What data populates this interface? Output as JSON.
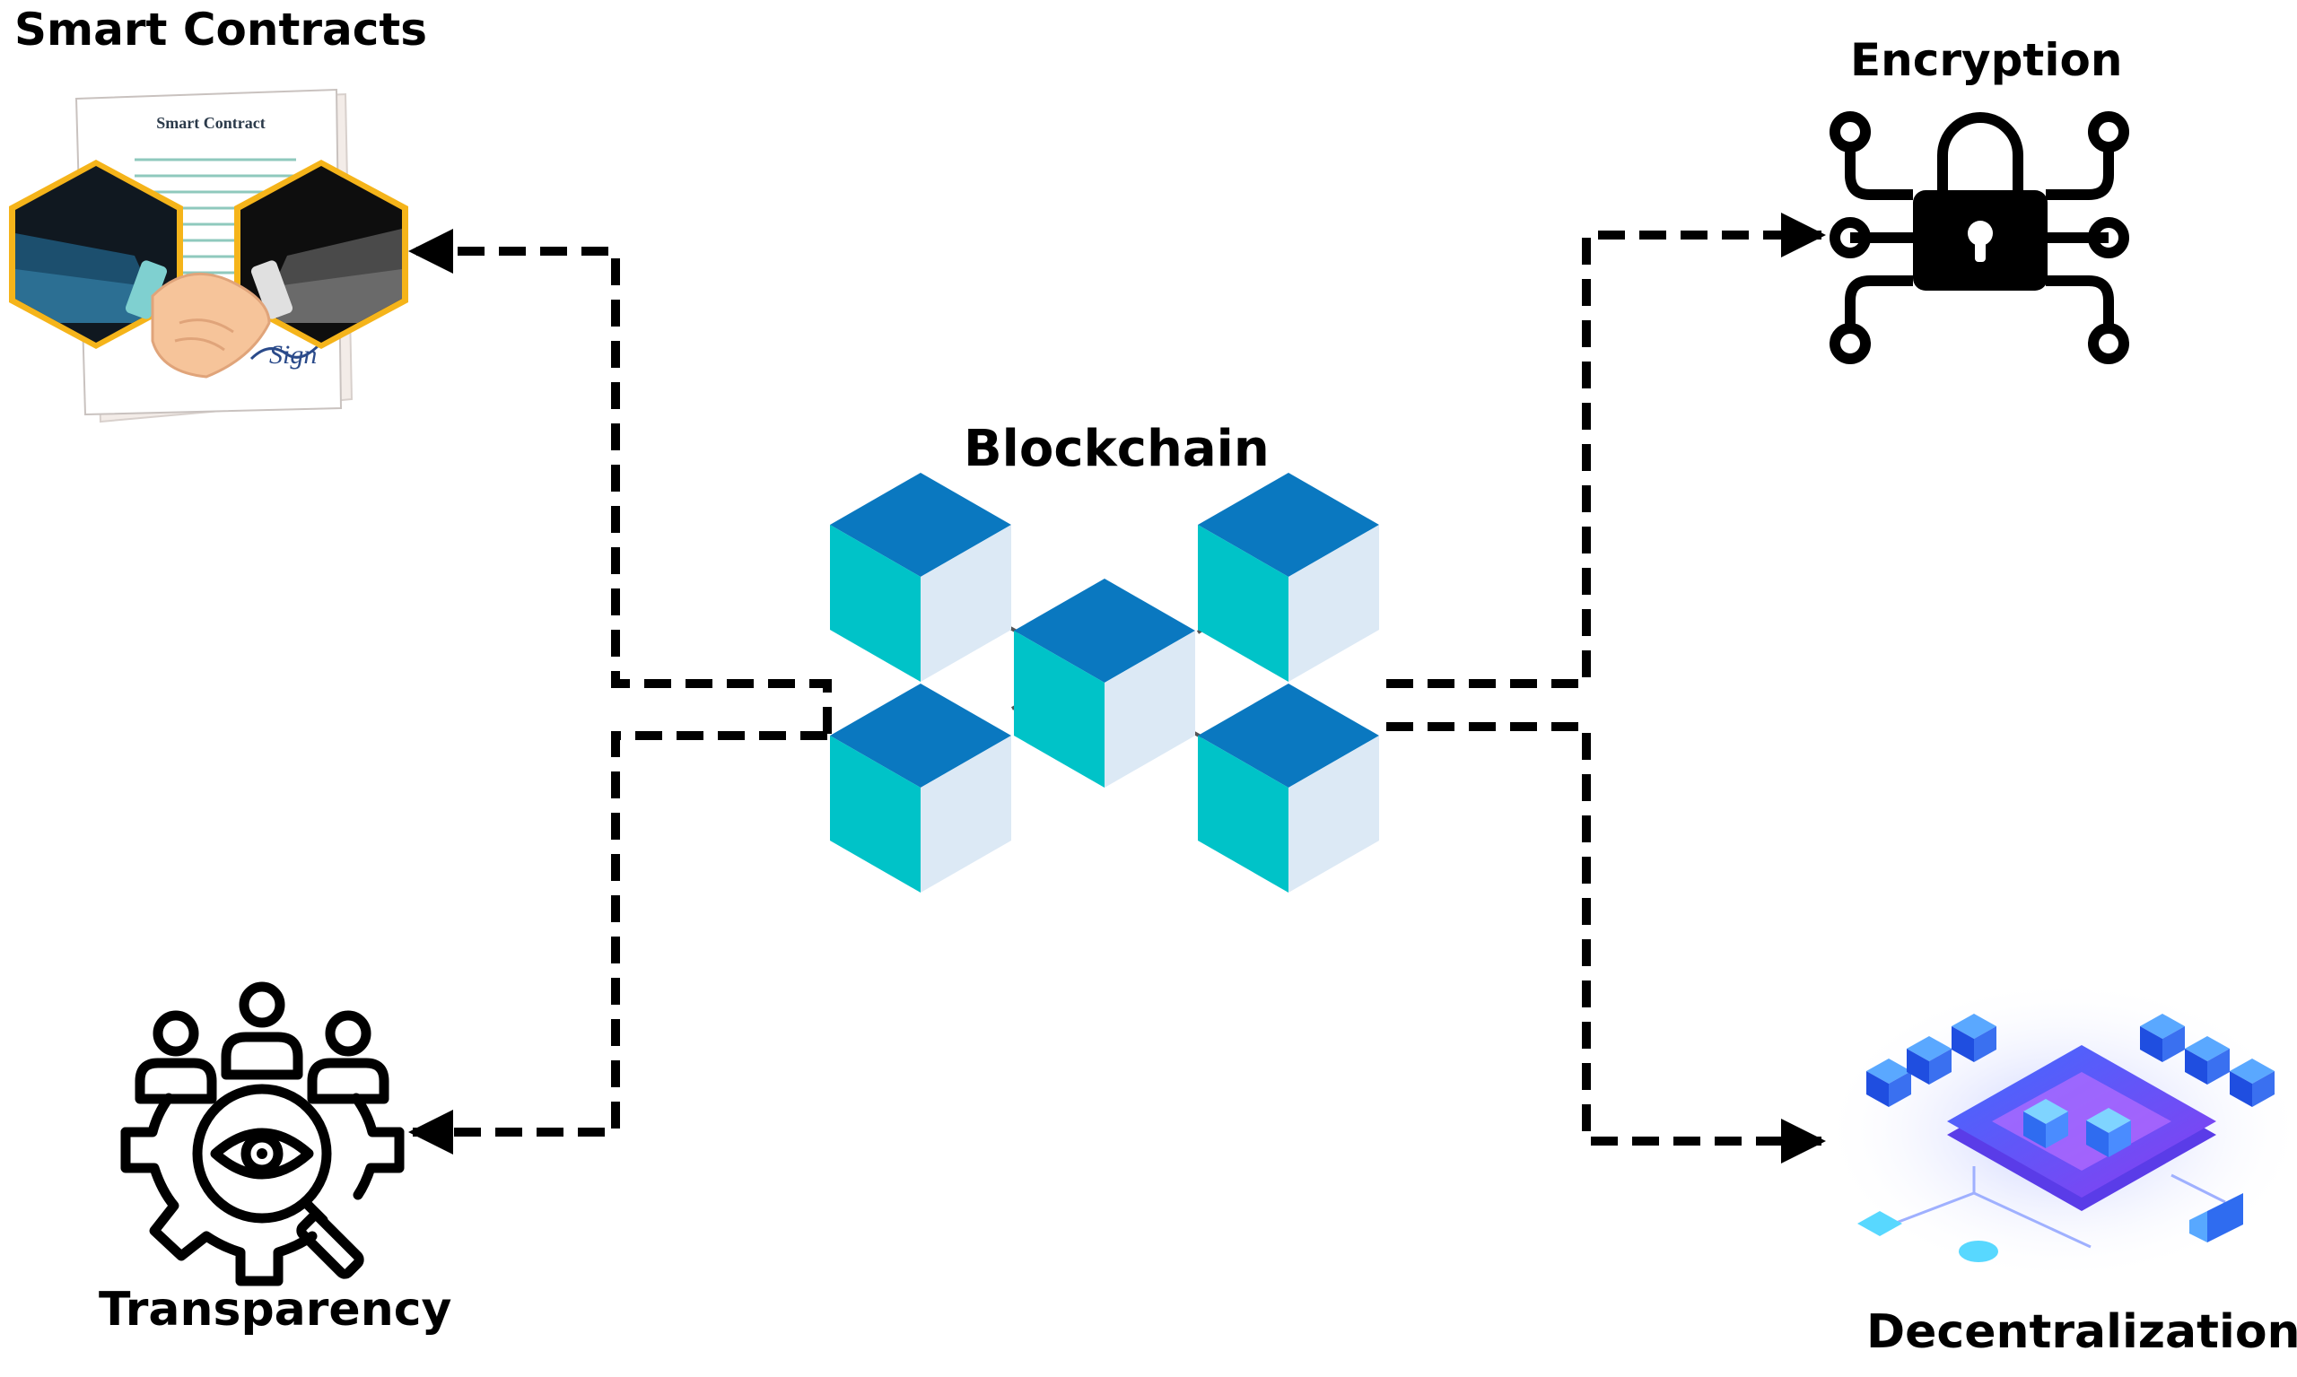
{
  "labels": {
    "smart_contracts": "Smart Contracts",
    "encryption": "Encryption",
    "blockchain": "Blockchain",
    "transparency": "Transparency",
    "decentralization": "Decentralization"
  },
  "document": {
    "title": "Smart Contract",
    "signature": "Sign"
  },
  "colors": {
    "cube_top": "#0a78c0",
    "cube_left": "#00c3c8",
    "cube_right": "#dce9f5",
    "hex_border": "#f5b41a",
    "arrow": "#000000",
    "decentral_blue": "#2f5cf0",
    "decentral_purple": "#7a3cf0"
  },
  "icons": {
    "smart_contracts": "handshake-contract-icon",
    "encryption": "circuit-padlock-icon",
    "blockchain": "blockchain-cubes-icon",
    "transparency": "people-gear-eye-icon",
    "decentralization": "isometric-network-icon"
  }
}
